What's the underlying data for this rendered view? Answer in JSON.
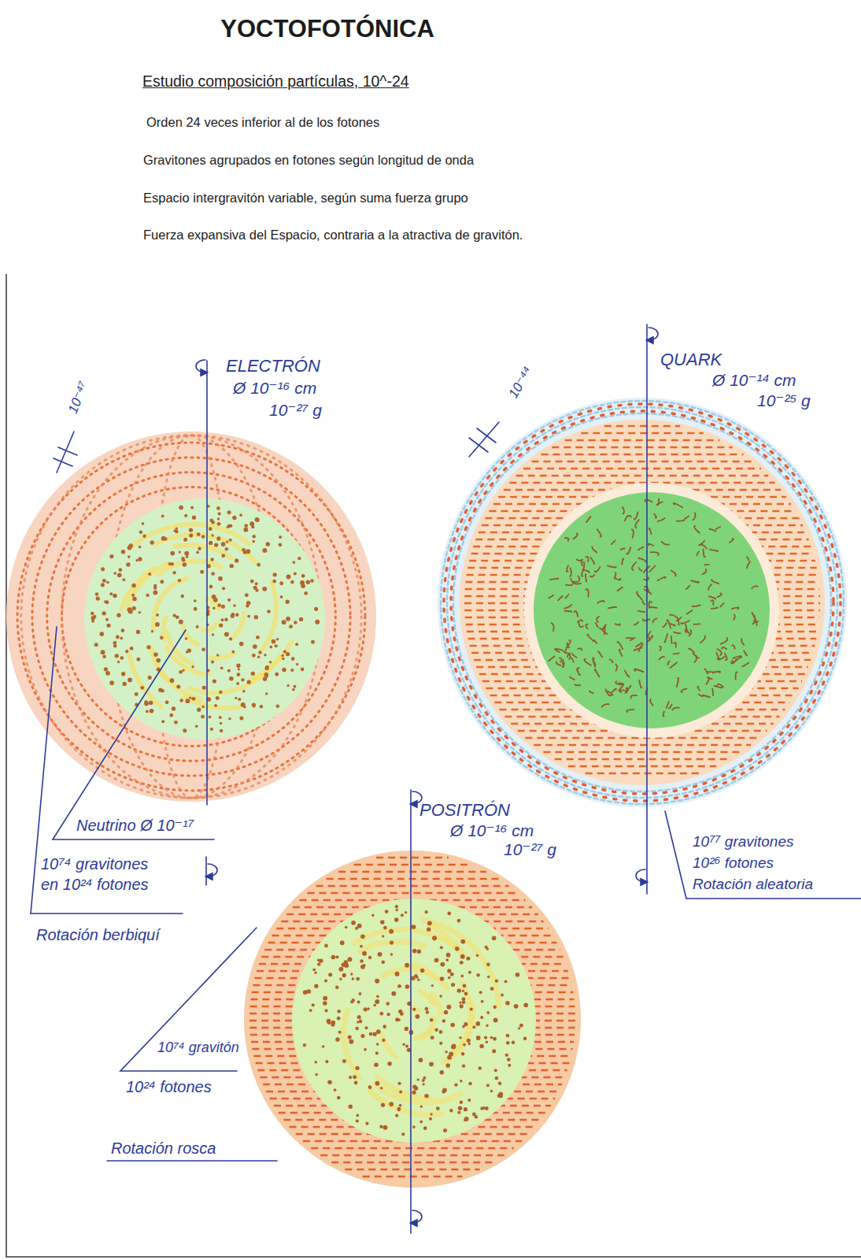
{
  "diagram": {
    "title": "YOCTOFOTÓNICA",
    "nodes": [
      {
        "text": [
          "ELECTRÓN",
          "Ø 10⁻¹⁶ cm",
          "10⁻²⁷ g"
        ]
      },
      {
        "text": [
          "QUARK",
          "Ø 10⁻¹⁴ cm",
          "10⁻²⁵ g"
        ]
      },
      {
        "text": [
          "POSITRÓN",
          "Ø 10⁻¹⁶ cm",
          "10⁻²⁷ g"
        ]
      }
    ],
    "labels": [
      "Estudio composición partículas, 10^-24",
      "Orden 24 veces inferior al de los fotones",
      "Gravitones agrupados en fotones según longitud de onda",
      "Espacio intergravitón variable, según suma fuerza grupo",
      "Fuerza expansiva del Espacio, contraria a la atractiva de gravitón.",
      "10⁻⁴⁷",
      "Neutrino Ø 10⁻¹⁷",
      "10⁷⁴ gravitones en 10²⁴ fotones",
      "Rotación berbiquí",
      "10⁻⁴⁴",
      "10⁷⁷ gravitones",
      "10²⁶ fotones",
      "Rotación aleatoria",
      "10⁷⁴ gravitón",
      "10²⁴ fotones",
      "Rotación rosca"
    ]
  }
}
